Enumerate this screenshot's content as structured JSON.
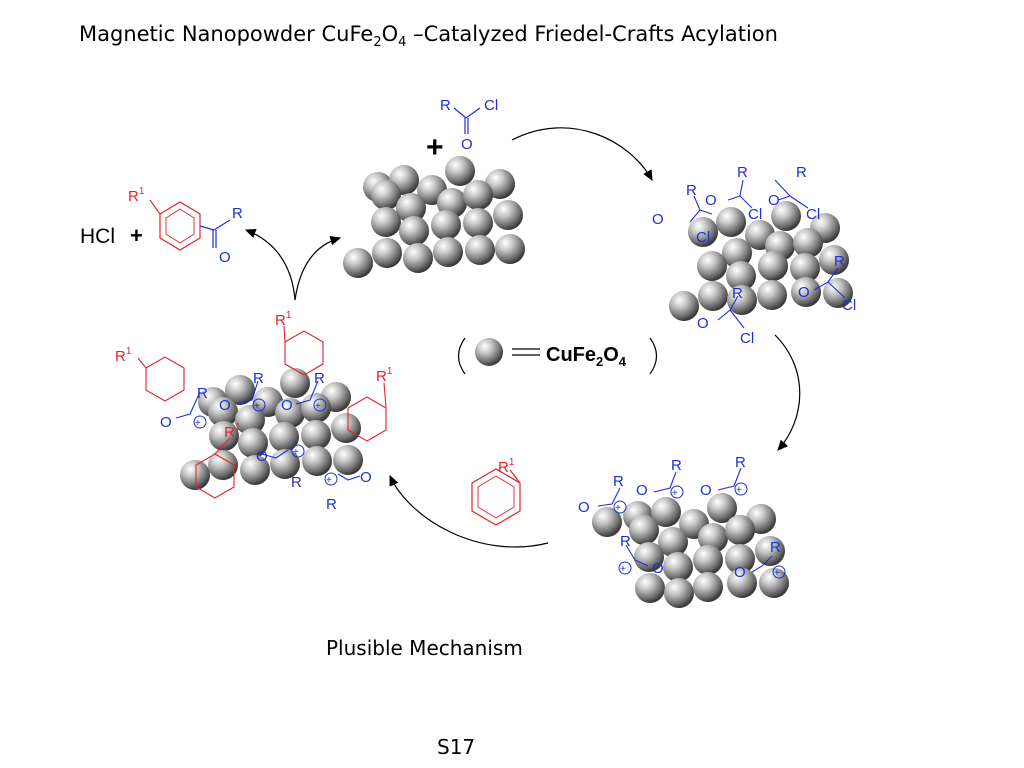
{
  "title": {
    "text_before": "Magnetic Nanopowder CuFe",
    "sub1": "2",
    "text_mid": "O",
    "sub2": "4",
    "text_after": " –Catalyzed Friedel-Crafts Acylation"
  },
  "caption": "Plusible Mechanism",
  "page_number": "S17",
  "legend": {
    "formula_main": "CuFe",
    "sub1": "2",
    "formula_o": "O",
    "sub2": "4"
  },
  "labels": {
    "R": "R",
    "R1_base": "R",
    "R1_sup": "1",
    "O": "O",
    "Cl": "Cl",
    "HCl": "HCl",
    "plus": "+",
    "plus_circle": "+"
  },
  "colors": {
    "reagent": "#1f2fd6",
    "arene": "#e3242b",
    "sphere": "#7a7a7a"
  }
}
